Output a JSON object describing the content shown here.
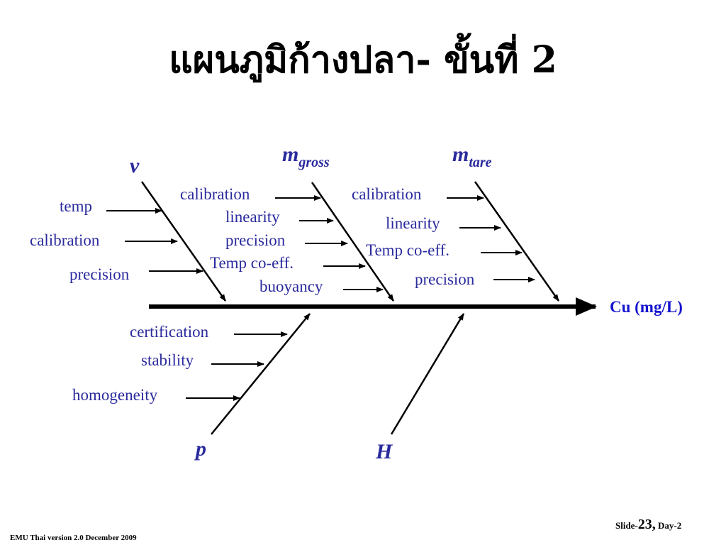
{
  "slide": {
    "title": "แผนภูมิก้างปลา- ขั้นที่ 2",
    "footer_left": "EMU Thai version 2.0 December 2009",
    "footer_slide_prefix": "Slide-",
    "footer_slide_number": "23,",
    "footer_day": "Day-2"
  },
  "diagram": {
    "effect": "Cu (mg/L)",
    "categories": {
      "v": {
        "symbol": "v",
        "sub": "",
        "causes": [
          "temp",
          "calibration",
          "precision"
        ]
      },
      "m_gross": {
        "symbol": "m",
        "sub": "gross",
        "causes": [
          "calibration",
          "linearity",
          "precision",
          "Temp co-eff.",
          "buoyancy"
        ]
      },
      "m_tare": {
        "symbol": "m",
        "sub": "tare",
        "causes": [
          "calibration",
          "linearity",
          "Temp co-eff.",
          "precision"
        ]
      },
      "p": {
        "symbol": "p",
        "sub": "",
        "causes": [
          "certification",
          "stability",
          "homogeneity"
        ]
      },
      "H": {
        "symbol": "H",
        "sub": "",
        "causes": []
      }
    },
    "colors": {
      "text": "#2a2a9e",
      "effect_text": "#1515d0",
      "lines": "#000000"
    }
  }
}
